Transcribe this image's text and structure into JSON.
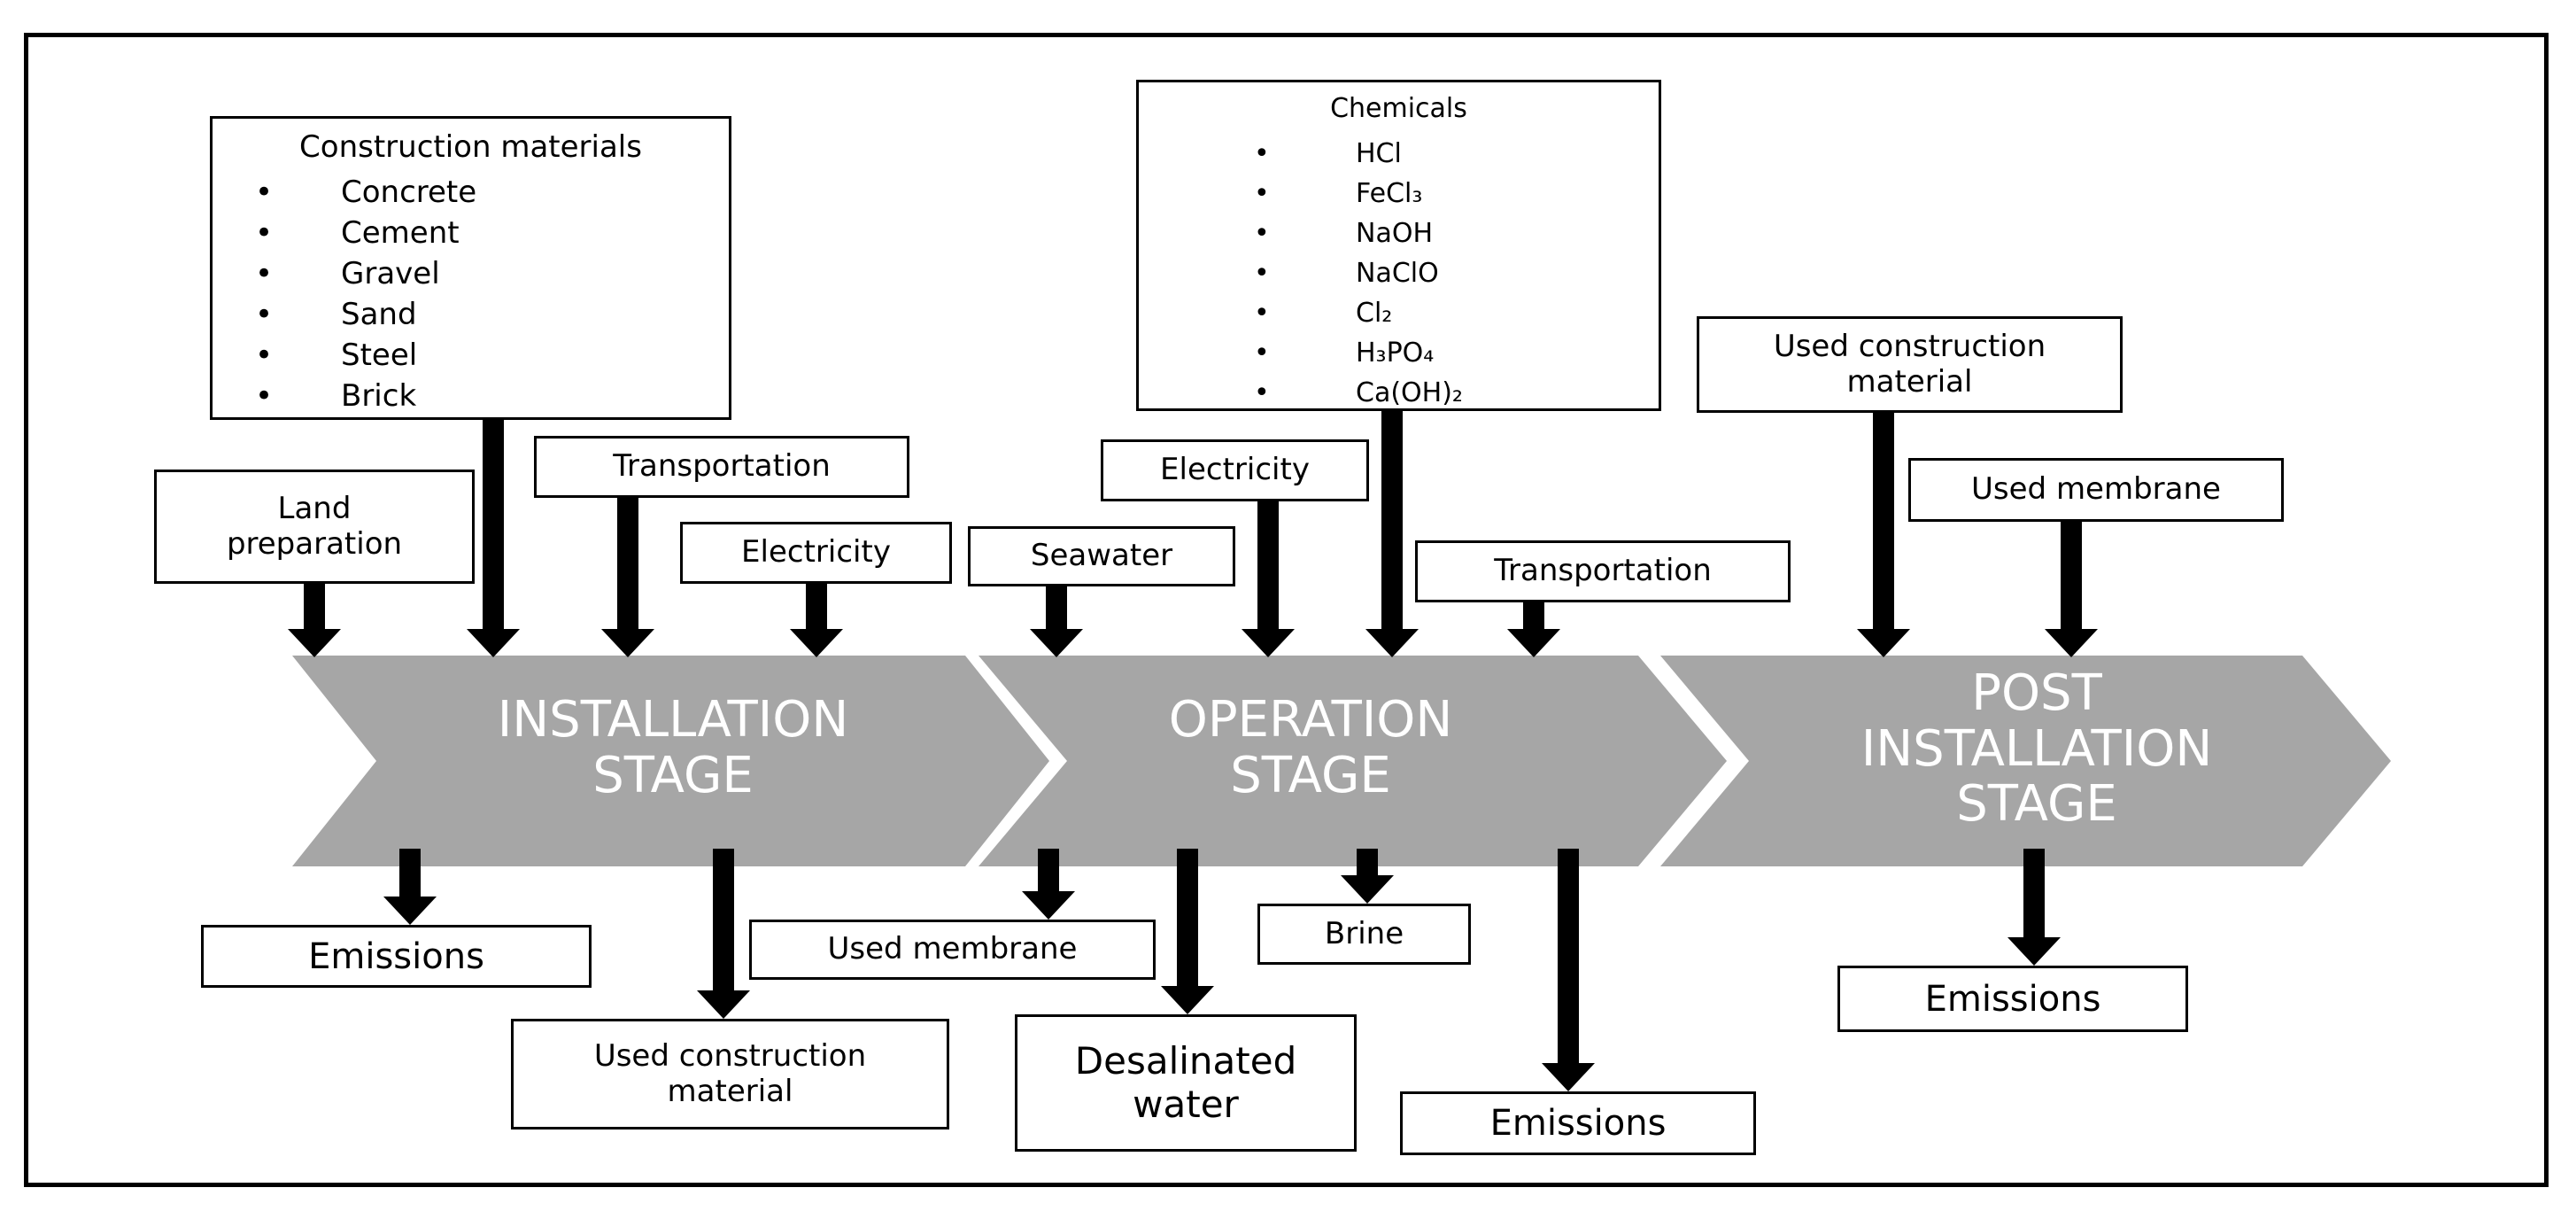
{
  "stages": [
    {
      "label": "INSTALLATION\nSTAGE"
    },
    {
      "label": "OPERATION\nSTAGE"
    },
    {
      "label": "POST\nINSTALLATION\nSTAGE"
    }
  ],
  "installation": {
    "construction_materials": {
      "title": "Construction materials",
      "items": [
        "Concrete",
        "Cement",
        "Gravel",
        "Sand",
        "Steel",
        "Brick"
      ]
    },
    "land_preparation": "Land\npreparation",
    "transportation": "Transportation",
    "electricity": "Electricity",
    "emissions": "Emissions",
    "used_construction_material": "Used construction\nmaterial"
  },
  "operation": {
    "chemicals": {
      "title": "Chemicals",
      "items": [
        "HCl",
        "FeCl₃",
        "NaOH",
        "NaClO",
        "Cl₂",
        "H₃PO₄",
        "Ca(OH)₂"
      ]
    },
    "seawater": "Seawater",
    "electricity": "Electricity",
    "transportation": "Transportation",
    "used_membrane": "Used membrane",
    "brine": "Brine",
    "desalinated_water": "Desalinated\nwater",
    "emissions": "Emissions"
  },
  "post_installation": {
    "used_construction_material": "Used construction\nmaterial",
    "used_membrane": "Used membrane",
    "emissions": "Emissions"
  },
  "colors": {
    "chevron": "#a6a6a6",
    "stage_text": "#ffffff",
    "arrow": "#000000"
  }
}
